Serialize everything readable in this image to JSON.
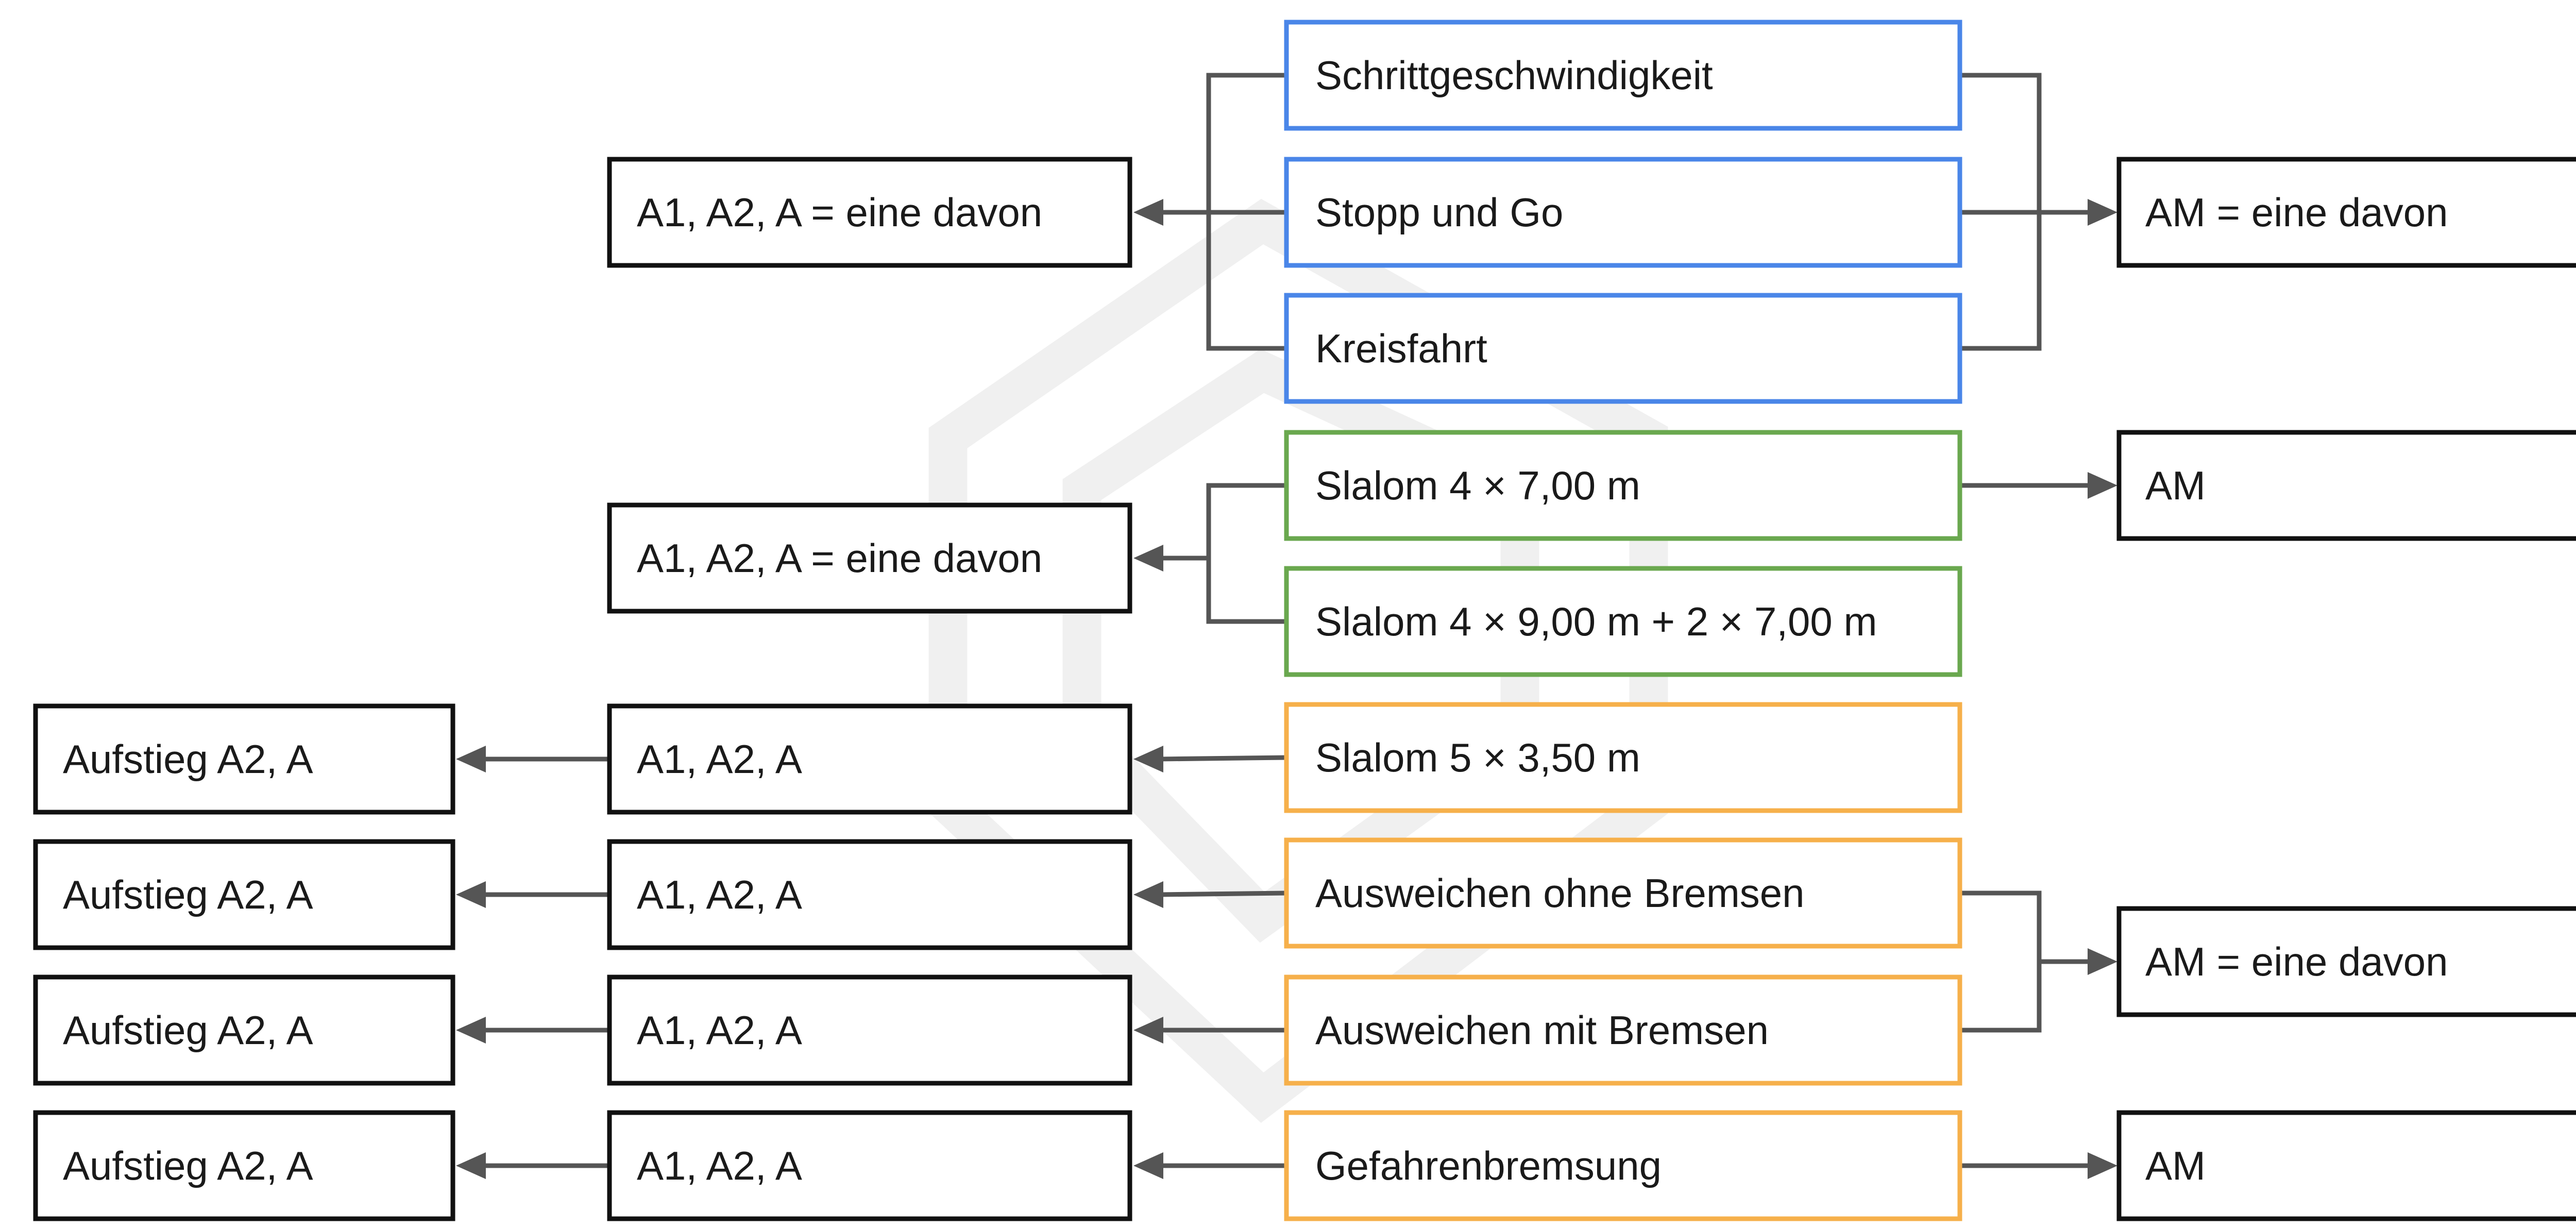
{
  "colors": {
    "result_border": "#111111",
    "group_blue": "#4a86e8",
    "group_green": "#6aa84f",
    "group_orange": "#f6b04b",
    "connector": "#555555"
  },
  "boxes": {
    "schrittgeschwindigkeit": "Schrittgeschwindigkeit",
    "stopp_und_go": "Stopp und Go",
    "kreisfahrt": "Kreisfahrt",
    "slalom_7": "Slalom 4 × 7,00 m",
    "slalom_9": "Slalom 4 × 9,00 m + 2 × 7,00 m",
    "slalom_35": "Slalom 5 × 3,50 m",
    "ausweichen_ohne": "Ausweichen ohne Bremsen",
    "ausweichen_mit": "Ausweichen mit Bremsen",
    "gefahrenbremsung": "Gefahrenbremsung",
    "a_eine_davon_1": "A1, A2, A = eine davon",
    "a_eine_davon_2": "A1, A2, A = eine davon",
    "a_row_1": "A1, A2, A",
    "a_row_2": "A1, A2, A",
    "a_row_3": "A1, A2, A",
    "a_row_4": "A1, A2, A",
    "aufstieg_1": "Aufstieg A2, A",
    "aufstieg_2": "Aufstieg A2, A",
    "aufstieg_3": "Aufstieg A2, A",
    "aufstieg_4": "Aufstieg A2, A",
    "am_eine_davon_1": "AM = eine davon",
    "am_1": "AM",
    "am_eine_davon_2": "AM = eine davon",
    "am_2": "AM"
  }
}
